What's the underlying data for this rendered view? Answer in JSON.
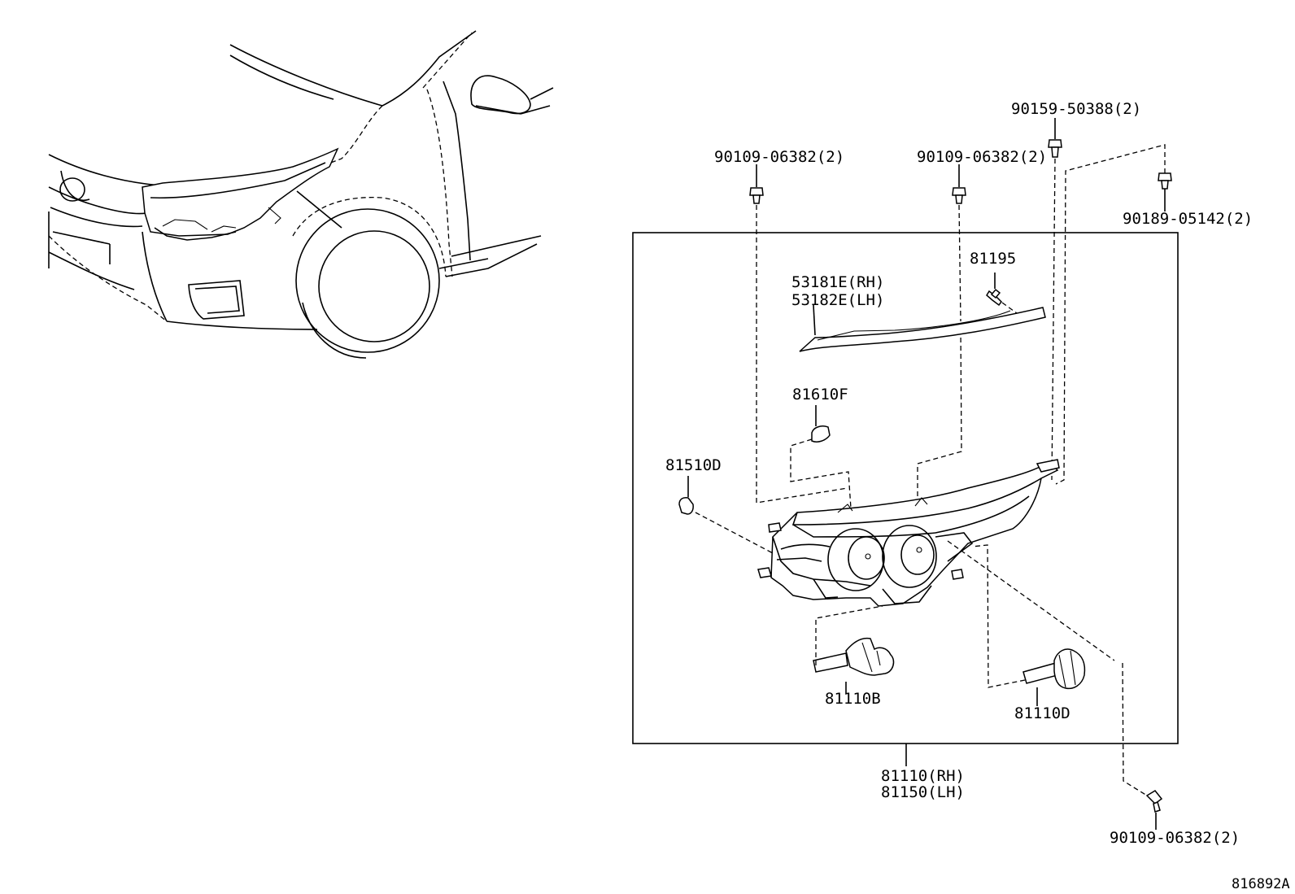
{
  "labels": {
    "clip_top_left": "90109-06382(2)",
    "clip_top_mid": "90109-06382(2)",
    "screw_top_right": "90159-50388(2)",
    "screw_right": "90189-05142(2)",
    "garnish_rh": "53181E(RH)",
    "garnish_lh": "53182E(LH)",
    "bolt_81195": "81195",
    "bulb_81610f": "81610F",
    "bulb_81510d": "81510D",
    "bulb_81110b": "81110B",
    "bulb_81110d": "81110D",
    "assy_rh": "81110(RH)",
    "assy_lh": "81150(LH)",
    "bolt_bottom_right": "90109-06382(2)",
    "figure_id": "816892A"
  }
}
